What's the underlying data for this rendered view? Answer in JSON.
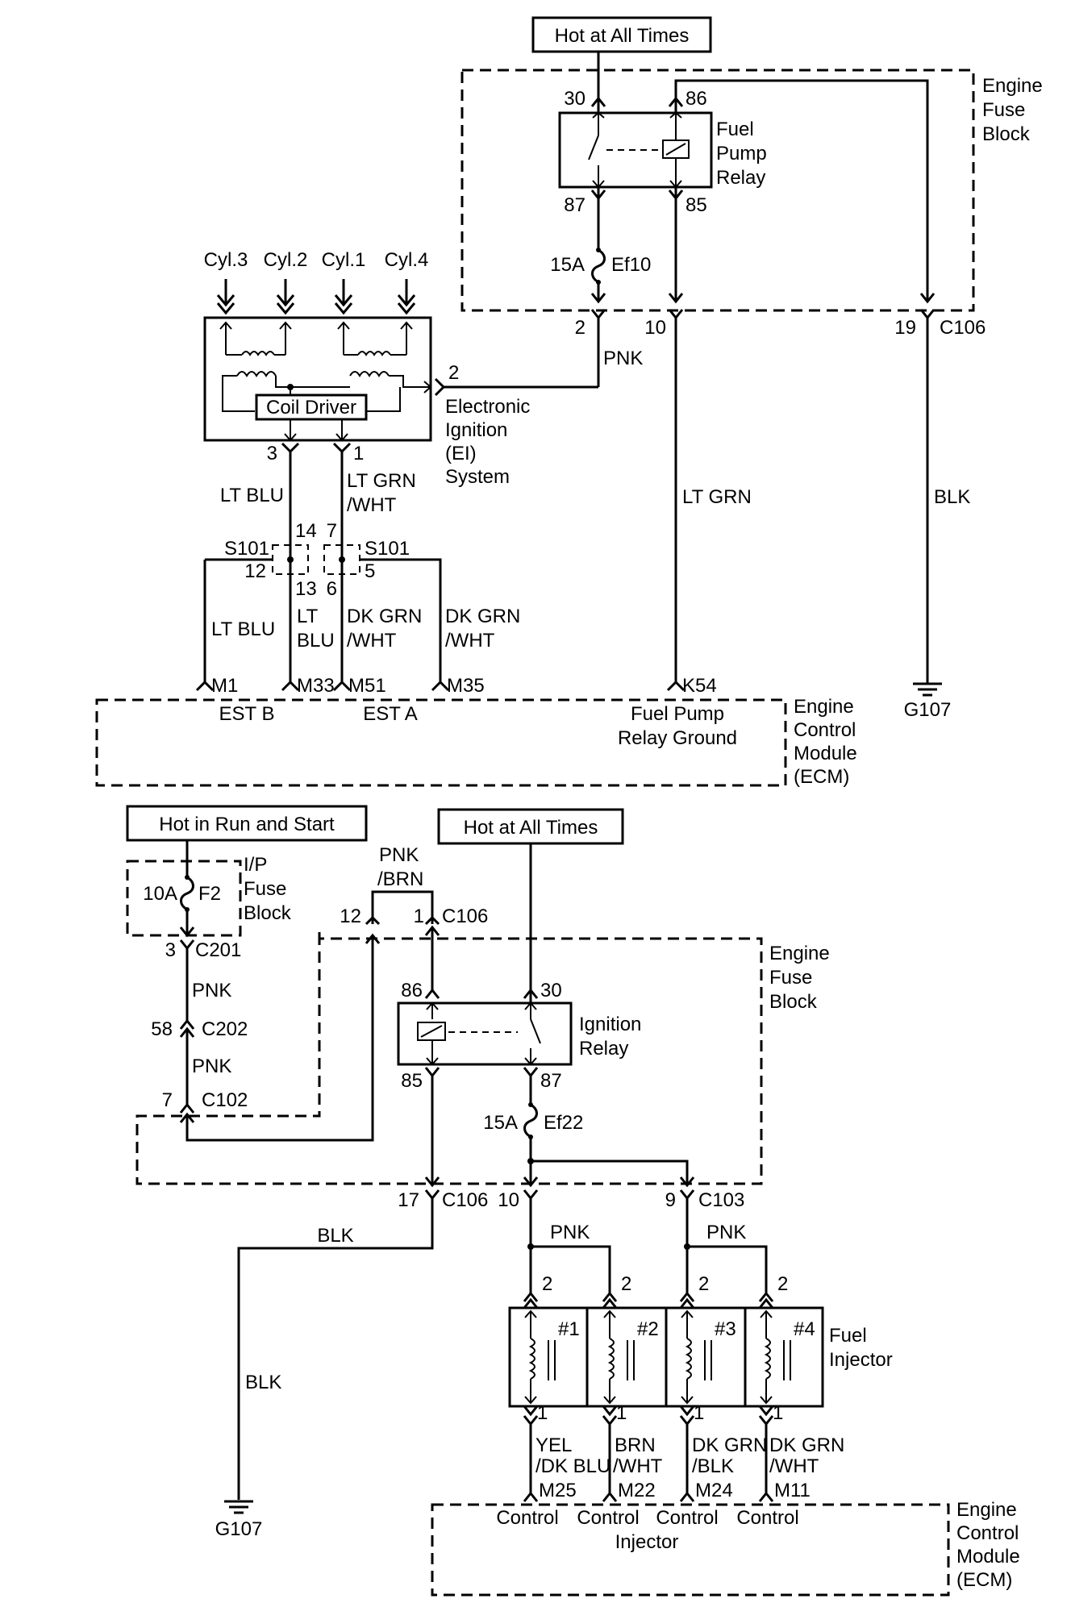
{
  "top": {
    "power_source": "Hot at All Times",
    "engine_fuse_block": [
      "Engine",
      "Fuse",
      "Block"
    ],
    "fuel_pump_relay": {
      "name": [
        "Fuel",
        "Pump",
        "Relay"
      ],
      "pins": {
        "p30": "30",
        "p86": "86",
        "p87": "87",
        "p85": "85"
      }
    },
    "fuse": {
      "amp": "15A",
      "name": "Ef10"
    },
    "cylinders": [
      "Cyl.3",
      "Cyl.2",
      "Cyl.1",
      "Cyl.4"
    ],
    "coil_driver": "Coil Driver",
    "ei_pin": "2",
    "ei_system": [
      "Electronic",
      "Ignition",
      "(EI)",
      "System"
    ],
    "ei_pins": {
      "p3": "3",
      "p1": "1"
    },
    "c106_pins": {
      "p2": "2",
      "p10": "10",
      "p19": "19",
      "connector": "C106"
    },
    "wires": {
      "pnk": "PNK",
      "lt_grn": "LT GRN",
      "blk": "BLK",
      "lt_blu": "LT BLU",
      "lt_grn_wht_1": "LT GRN",
      "lt_grn_wht_2": "/WHT"
    },
    "splice": {
      "s101_left": "S101",
      "s101_right": "S101",
      "p14": "14",
      "p12": "12",
      "p13": "13",
      "p7": "7",
      "p5": "5",
      "p6": "6"
    },
    "lower_wires": {
      "lt_blu_left": "LT BLU",
      "lt_blu_mid_1": "LT",
      "lt_blu_mid_2": "BLU",
      "dk_grn_wht_a1": "DK GRN",
      "dk_grn_wht_a2": "/WHT",
      "dk_grn_wht_b1": "DK GRN",
      "dk_grn_wht_b2": "/WHT"
    },
    "ecm_pins": {
      "m1": "M1",
      "m33": "M33",
      "m51": "M51",
      "m35": "M35",
      "k54": "K54"
    },
    "ecm_labels": {
      "est_b": "EST B",
      "est_a": "EST A",
      "fpr_ground_1": "Fuel Pump",
      "fpr_ground_2": "Relay Ground"
    },
    "ecm_name": [
      "Engine",
      "Control",
      "Module",
      "(ECM)"
    ],
    "ground": "G107"
  },
  "bottom": {
    "hot_run_start": "Hot in Run and Start",
    "hot_all_times": "Hot at All Times",
    "ip_fuse": {
      "amp": "10A",
      "name": "F2",
      "block": [
        "I/P",
        "Fuse",
        "Block"
      ]
    },
    "c201": {
      "pin": "3",
      "name": "C201"
    },
    "c202": {
      "pin": "58",
      "name": "C202"
    },
    "c102": {
      "pin": "7",
      "name": "C102"
    },
    "pnk_1": "PNK",
    "pnk_2": "PNK",
    "pnk_brn_1": "PNK",
    "pnk_brn_2": "/BRN",
    "c106_top": {
      "p12": "12",
      "p1": "1",
      "name": "C106"
    },
    "engine_fuse_block": [
      "Engine",
      "Fuse",
      "Block"
    ],
    "ignition_relay": {
      "name": [
        "Ignition",
        "Relay"
      ],
      "p86": "86",
      "p30": "30",
      "p85": "85",
      "p87": "87"
    },
    "fuse": {
      "amp": "15A",
      "name": "Ef22"
    },
    "c106_bottom": {
      "p17": "17",
      "name": "C106",
      "p10": "10"
    },
    "c103": {
      "p9": "9",
      "name": "C103"
    },
    "blk_1": "BLK",
    "blk_2": "BLK",
    "ground": "G107",
    "pnk_left": "PNK",
    "pnk_right": "PNK",
    "injector_pins_top": [
      "2",
      "2",
      "2",
      "2"
    ],
    "injectors": [
      "#1",
      "#2",
      "#3",
      "#4"
    ],
    "fuel_injector": [
      "Fuel",
      "Injector"
    ],
    "injector_pins_bottom": [
      "1",
      "1",
      "1",
      "1"
    ],
    "injector_wires": [
      [
        "YEL",
        "/DK BLU"
      ],
      [
        "BRN",
        "/WHT"
      ],
      [
        "DK GRN",
        "/BLK"
      ],
      [
        "DK GRN",
        "/WHT"
      ]
    ],
    "ecm_pins": [
      "M25",
      "M22",
      "M24",
      "M11"
    ],
    "control_labels": [
      "Control",
      "Control",
      "Control",
      "Control"
    ],
    "injector_label": "Injector",
    "ecm_name": [
      "Engine",
      "Control",
      "Module",
      "(ECM)"
    ]
  }
}
